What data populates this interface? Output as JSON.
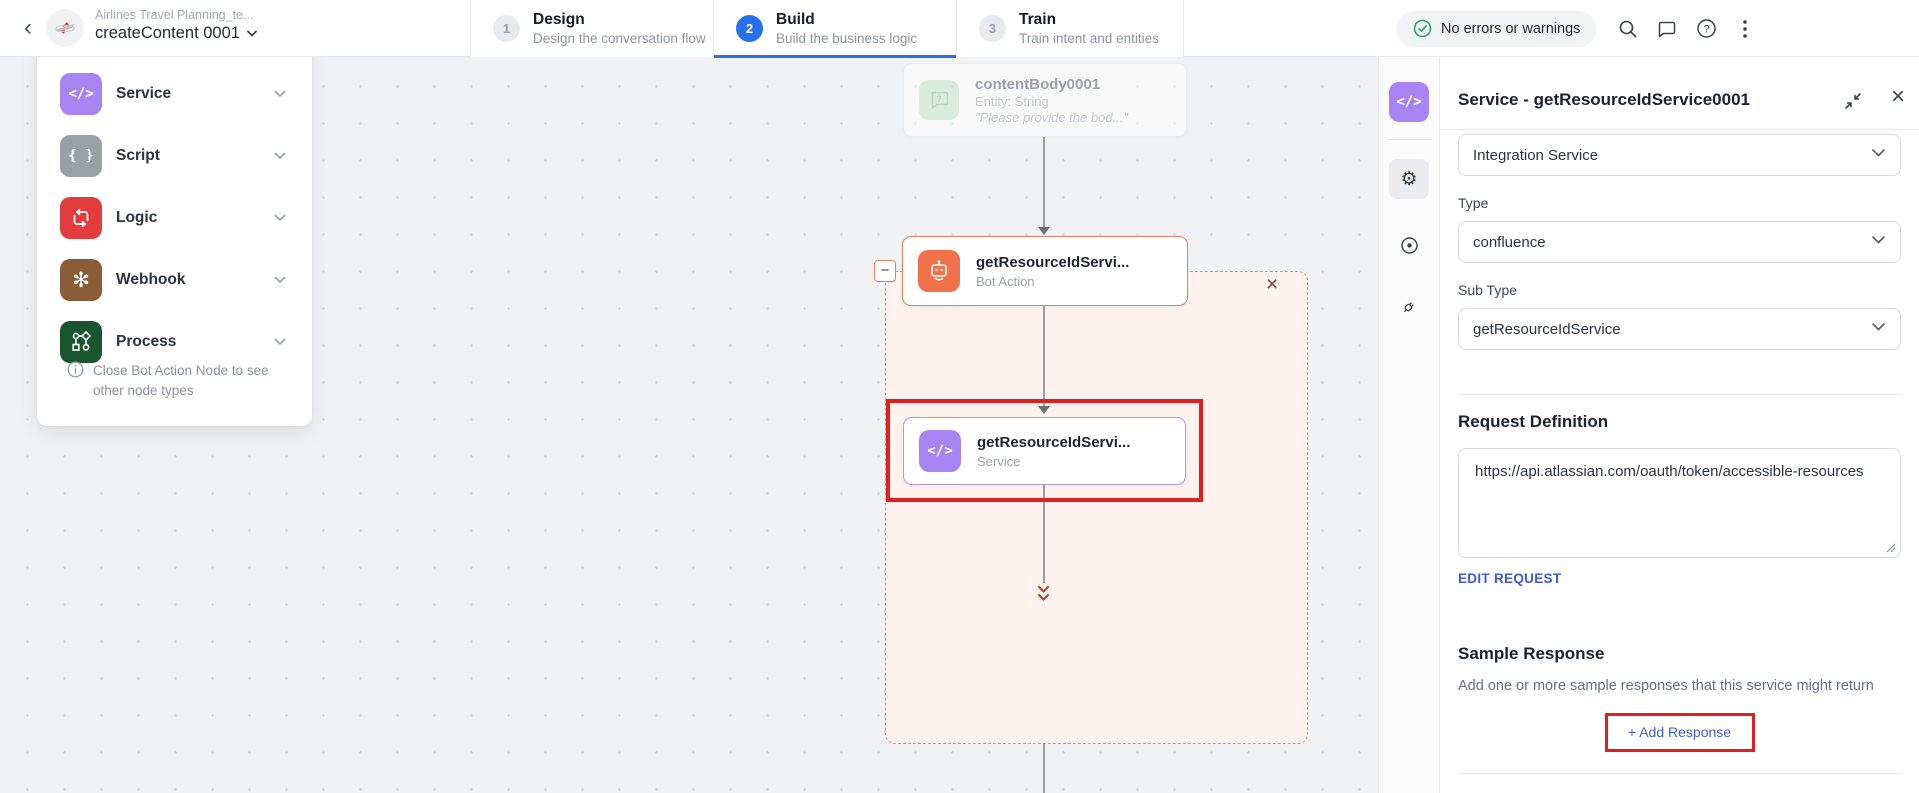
{
  "header": {
    "back": "‹",
    "subtitle": "Airlines Travel Planning_te...",
    "title": "createContent 0001",
    "badge": "No errors or warnings",
    "tabs": [
      {
        "num": "1",
        "label": "Design",
        "sub": "Design the conversation flow"
      },
      {
        "num": "2",
        "label": "Build",
        "sub": "Build the business logic"
      },
      {
        "num": "3",
        "label": "Train",
        "sub": "Train intent and entities"
      }
    ]
  },
  "palette": {
    "items": [
      {
        "label": "Service",
        "glyph": "</>",
        "color": "#a884f3"
      },
      {
        "label": "Script",
        "glyph": "{ }",
        "color": "#9aa0a6"
      },
      {
        "label": "Logic",
        "color": "#e23d3d"
      },
      {
        "label": "Webhook",
        "glyph": "✻",
        "color": "#8a5c38"
      },
      {
        "label": "Process",
        "color": "#19562f"
      }
    ],
    "info": "Close Bot Action Node to see other node types"
  },
  "canvas": {
    "ghost": {
      "title": "contentBody0001",
      "entity": "Entity: String",
      "prompt": "\"Please provide the bod...\""
    },
    "bot": {
      "title": "getResourceIdServi...",
      "type": "Bot Action"
    },
    "service": {
      "title": "getResourceIdServi...",
      "type": "Service",
      "glyph": "</>"
    },
    "minus": "−",
    "close": "×"
  },
  "rail": {
    "code_glyph": "</>",
    "gear": "⚙"
  },
  "panel": {
    "title": "Service - getResourceIdService0001",
    "close": "×",
    "integration_value": "Integration Service",
    "type_label": "Type",
    "type_value": "confluence",
    "subtype_label": "Sub Type",
    "subtype_value": "getResourceIdService",
    "request_heading": "Request Definition",
    "request_url": "https://api.atlassian.com/oauth/token/accessible-resources",
    "edit_request": "EDIT REQUEST",
    "sample_heading": "Sample Response",
    "sample_desc": "Add one or more sample responses that this service might return",
    "add_response": "+ Add Response"
  },
  "colors": {
    "accent_blue": "#2670ee",
    "link_blue": "#3f59de",
    "highlight_red": "#e01f1f",
    "success_green": "#27a567",
    "node_orange": "#f0714a",
    "node_purple": "#a884f3",
    "dashed_border": "#ee8f70",
    "dashed_fill": "#fdf2ee"
  }
}
